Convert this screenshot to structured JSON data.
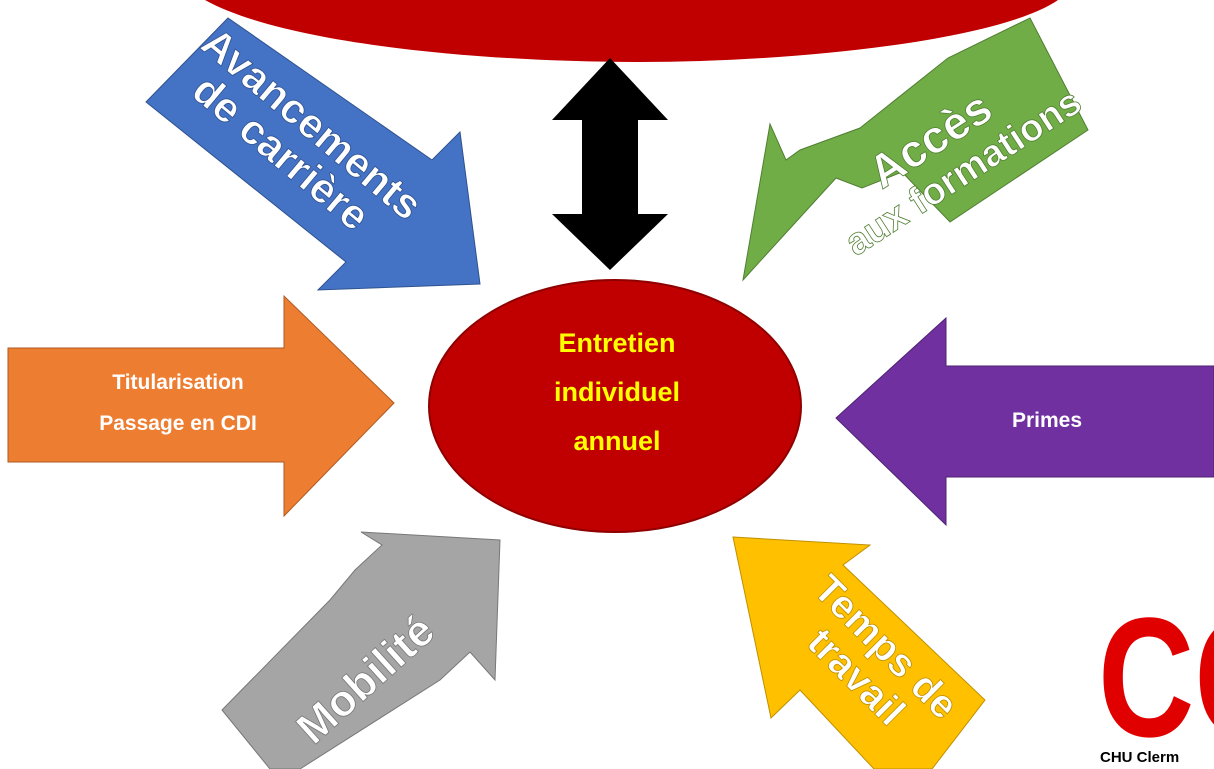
{
  "center": {
    "lines": [
      "Entretien",
      "individuel",
      "annuel"
    ],
    "fill": "#c00000",
    "text_color": "#ffff00"
  },
  "arrows": {
    "avancements": {
      "lines": [
        "Avancements",
        "de carrière"
      ],
      "color": "#4472c4"
    },
    "formations": {
      "lines": [
        "Accès",
        "aux formations"
      ],
      "color": "#70ad47"
    },
    "titularisation": {
      "lines": [
        "Titularisation",
        "Passage en CDI"
      ],
      "color": "#ed7d31"
    },
    "primes": {
      "lines": [
        "Primes"
      ],
      "color": "#7030a0"
    },
    "mobilite": {
      "lines": [
        "Mobilité"
      ],
      "color": "#a5a5a5"
    },
    "temps": {
      "lines": [
        "Temps de",
        "travail"
      ],
      "color": "#ffc000"
    },
    "double": {
      "color": "#000000"
    }
  },
  "top_banner": {
    "color": "#c00000"
  },
  "logo": {
    "letters": "CG",
    "caption": "CHU Clerm",
    "color": "#e00000"
  }
}
